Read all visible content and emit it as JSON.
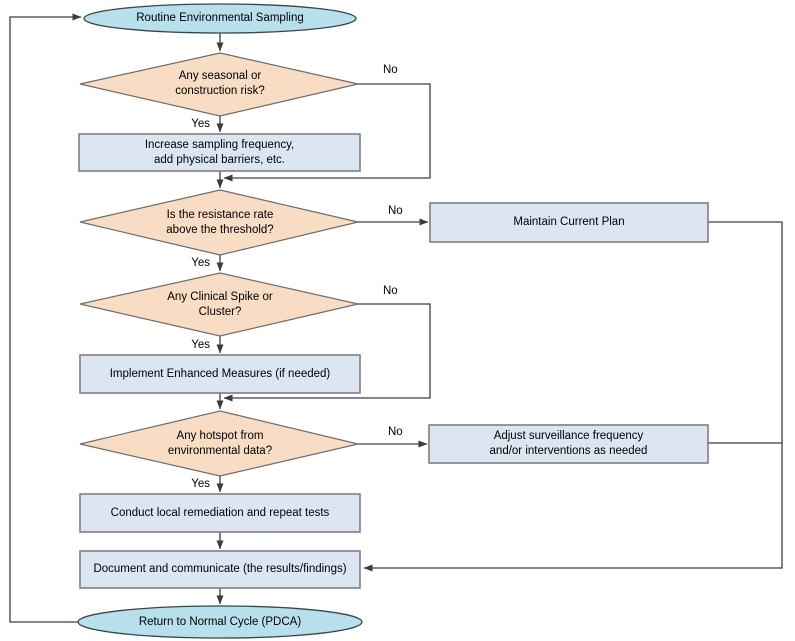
{
  "labels": {
    "yes": "Yes",
    "no": "No"
  },
  "colors": {
    "background": "#ffffff",
    "terminal_fill": "#b8dfec",
    "terminal_stroke": "#38454c",
    "decision_fill": "#f9dcc4",
    "decision_stroke": "#6e6e6e",
    "process_fill": "#dce6f2",
    "process_stroke": "#7f7f7f",
    "line": "#3d3d3d",
    "text": "#000000"
  },
  "nodes": {
    "start": {
      "type": "terminal",
      "label": "Routine Environmental Sampling"
    },
    "seasonal_risk": {
      "type": "decision",
      "label": "Any seasonal or\nconstruction risk?"
    },
    "increase_sampling": {
      "type": "process",
      "label": "Increase sampling frequency,\nadd physical barriers, etc."
    },
    "resistance_rate": {
      "type": "decision",
      "label": "Is the resistance rate\nabove the threshold?"
    },
    "maintain_plan": {
      "type": "process",
      "label": "Maintain Current Plan"
    },
    "clinical_spike": {
      "type": "decision",
      "label": "Any Clinical Spike or\nCluster?"
    },
    "enhanced_measures": {
      "type": "process",
      "label": "Implement Enhanced Measures (if needed)"
    },
    "hotspot": {
      "type": "decision",
      "label": "Any hotspot from\nenvironmental data?"
    },
    "adjust_surveillance": {
      "type": "process",
      "label": "Adjust surveillance frequency\nand/or interventions as needed"
    },
    "local_remediation": {
      "type": "process",
      "label": "Conduct local remediation and repeat tests"
    },
    "document_communicate": {
      "type": "process",
      "label": "Document and communicate (the results/findings)"
    },
    "return_normal": {
      "type": "terminal",
      "label": "Return to Normal Cycle (PDCA)"
    }
  }
}
